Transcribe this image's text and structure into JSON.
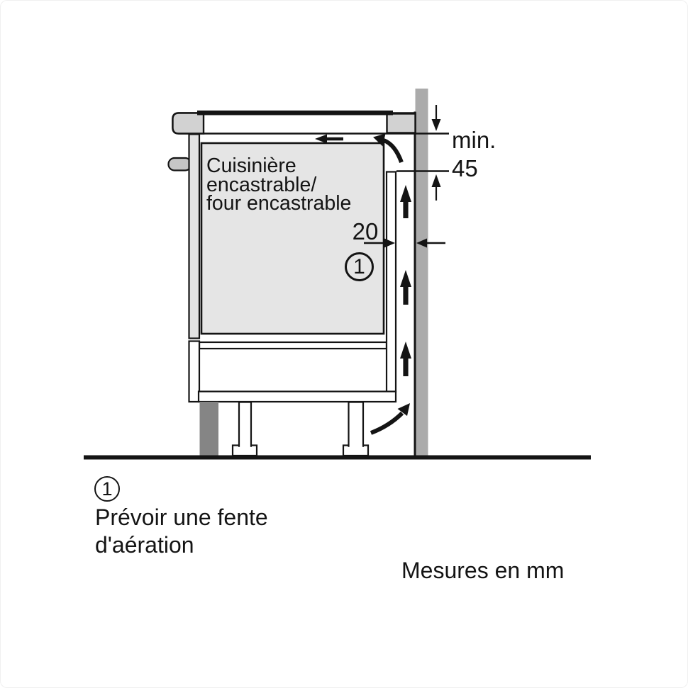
{
  "diagram": {
    "appliance_label": {
      "line1": "Cuisinière",
      "line2": "encastrable/",
      "line3": "four encastrable"
    },
    "callout_marker": "1",
    "dimensions": {
      "min_label": "min.",
      "min_value": "45",
      "rear_gap_value": "20"
    },
    "colors": {
      "line": "#141414",
      "oven_fill": "#e5e5e5",
      "worktop_end_fill": "#d2d2d2",
      "door_fill": "#e2e2e2",
      "handle_fill": "#c6c6c6",
      "panel_fill": "#ffffff",
      "wall_fill": "#ababab",
      "plinth_fill": "#858585"
    }
  },
  "footnote": {
    "marker": "1",
    "line1": "Prévoir une fente",
    "line2": "d'aération"
  },
  "units_note": "Mesures en mm"
}
